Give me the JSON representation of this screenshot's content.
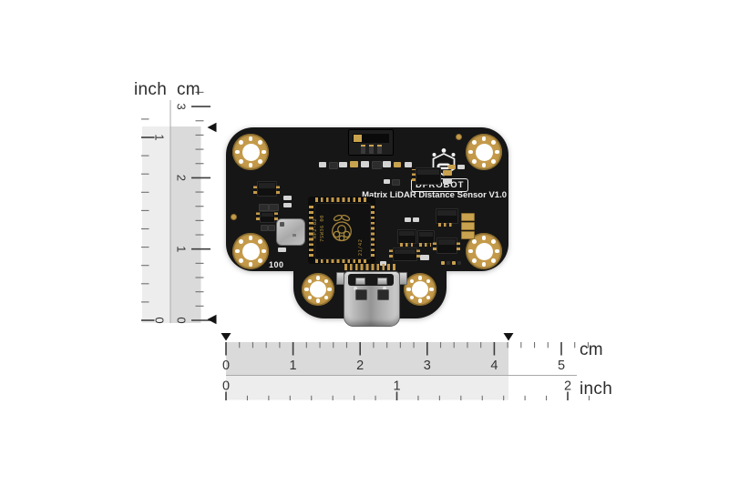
{
  "rulers": {
    "vertical": {
      "inch_unit": "inch",
      "cm_unit": "cm",
      "cm_tick_labels": [
        "0",
        "1",
        "2",
        "3"
      ],
      "inch_tick_labels": [
        "0",
        "1"
      ]
    },
    "horizontal": {
      "cm_unit": "cm",
      "inch_unit": "inch",
      "cm_tick_labels": [
        "0",
        "1",
        "2",
        "3",
        "4",
        "5"
      ],
      "inch_tick_labels": [
        "0",
        "1",
        "2"
      ]
    },
    "measurement": {
      "board_width_cm": 4.2,
      "board_height_cm": 2.7
    }
  },
  "board": {
    "brand": "DFROBOT",
    "product_name": "Matrix LiDAR Distance Sensor V1.0",
    "silkscreen_ref": "100",
    "mcu": {
      "marking_1": "RP2-B2",
      "marking_2": "7SW36 00",
      "marking_3": "21/42"
    },
    "colors": {
      "pcb": "#161616",
      "gold": "#c49a4a",
      "silkscreen": "#f2f2f2",
      "metal": "#b5b5b5",
      "ruler_ink": "#3d3d3d",
      "marker": "#141414"
    }
  }
}
